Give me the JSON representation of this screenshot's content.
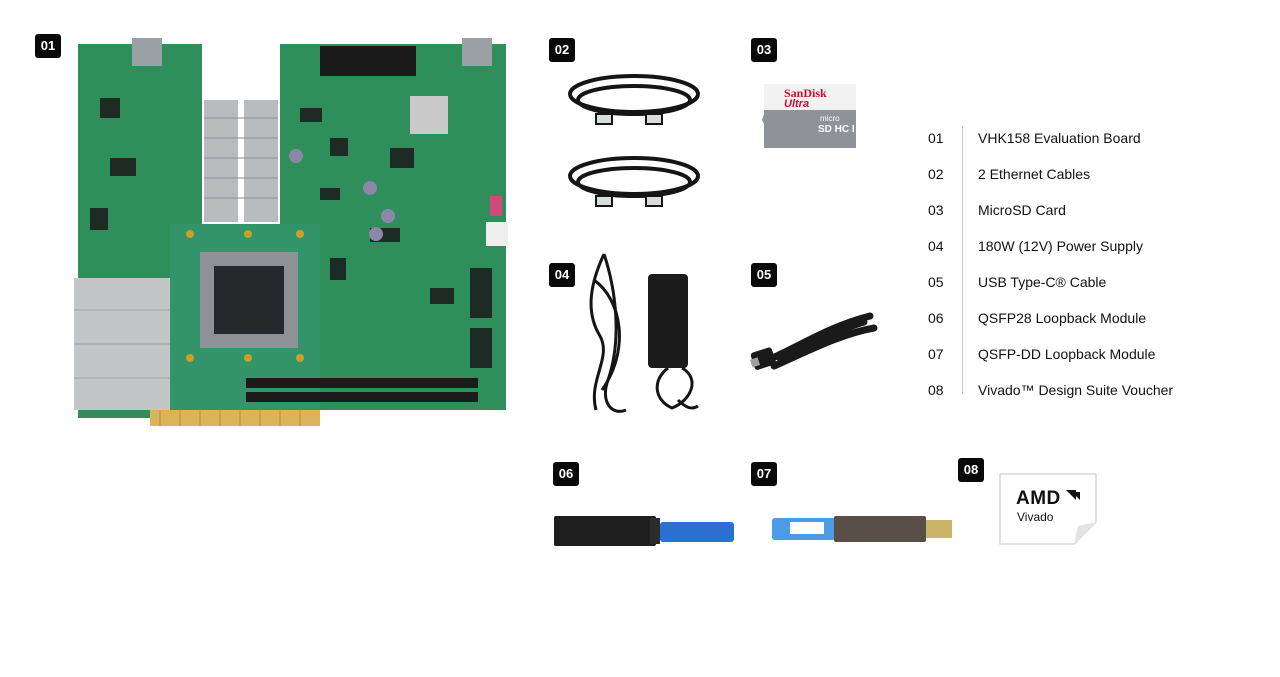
{
  "items": [
    {
      "num": "01",
      "label": "VHK158 Evaluation Board"
    },
    {
      "num": "02",
      "label": "2 Ethernet Cables"
    },
    {
      "num": "03",
      "label": "MicroSD Card"
    },
    {
      "num": "04",
      "label": "180W (12V) Power Supply"
    },
    {
      "num": "05",
      "label": "USB Type-C® Cable"
    },
    {
      "num": "06",
      "label": "QSFP28 Loopback Module"
    },
    {
      "num": "07",
      "label": "QSFP-DD Loopback Module"
    },
    {
      "num": "08",
      "label": "Vivado™ Design Suite Voucher"
    }
  ],
  "labels": {
    "sandisk": "SanDisk",
    "ultra": "Ultra",
    "sd_micro": "micro",
    "sd_hc": "SD HC I",
    "amd": "AMD",
    "vivado": "Vivado"
  },
  "colors": {
    "pcb_green": "#2f8f5b",
    "badge": "#0a0a0a",
    "cable_black": "#151515",
    "blue_tab": "#2a6fd1",
    "sandisk_red": "#c8102e"
  }
}
